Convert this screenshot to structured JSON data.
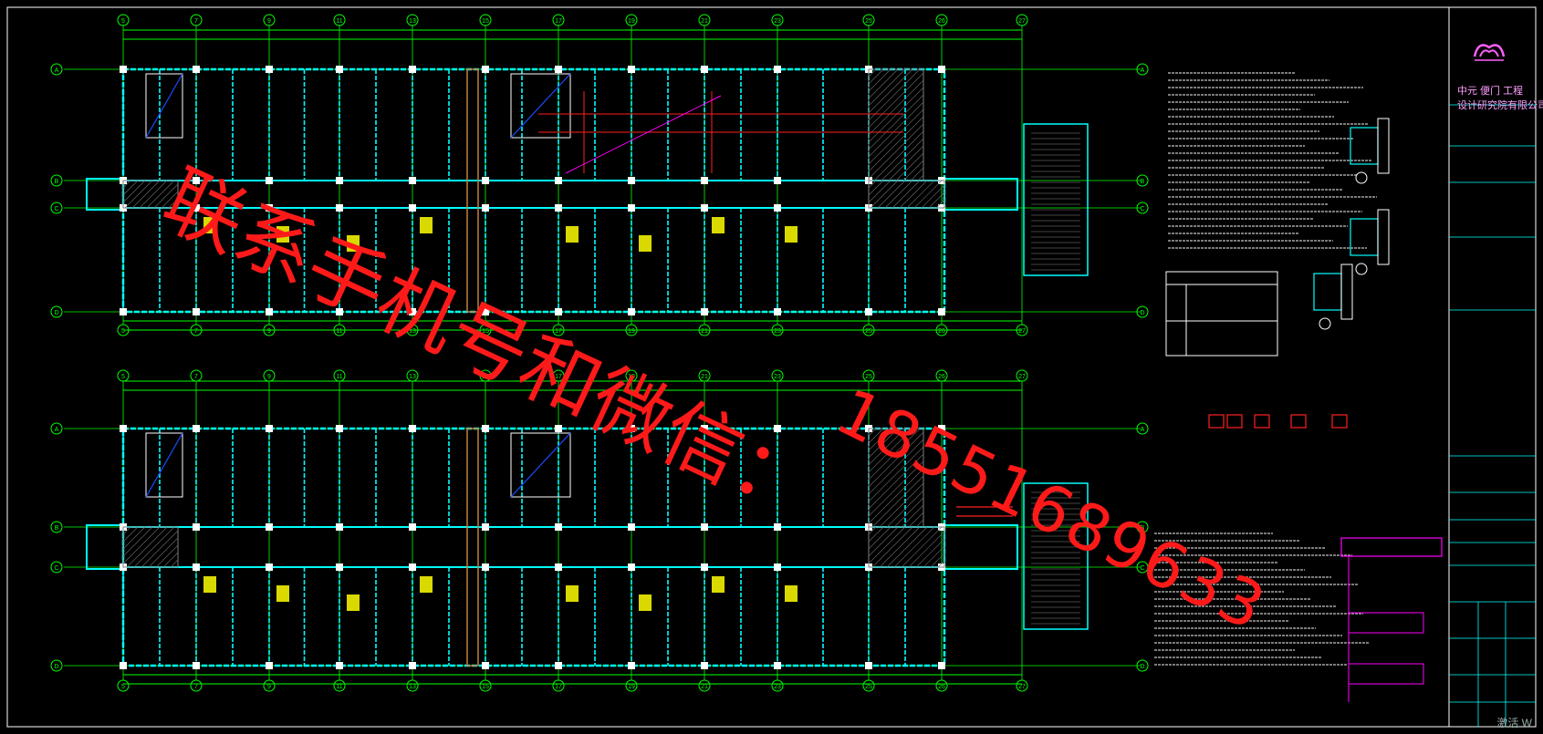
{
  "colors": {
    "background": "#000000",
    "frame": "#ffffff",
    "grid": "#00ff00",
    "wall": "#00ffff",
    "rebar": "#ff2020",
    "tag": "#ffff00",
    "dimension": "#1a4dff",
    "magenta": "#ff00ff",
    "watermark": "#ff1a1a"
  },
  "watermark": {
    "line1": "联系手机号和微信：",
    "line2": "18551689633"
  },
  "grid_top_labels": [
    "5",
    "7",
    "9",
    "11",
    "13",
    "15",
    "17",
    "19",
    "21",
    "23",
    "25",
    "26",
    "27"
  ],
  "grid_side_labels": [
    "A",
    "B",
    "C",
    "D"
  ],
  "title_block": {
    "company_line1": "中元  便门  工程",
    "company_line2": "设计研究院有限公司",
    "logo_icon": "company-logo-icon"
  },
  "corner_tag": "激活 W"
}
